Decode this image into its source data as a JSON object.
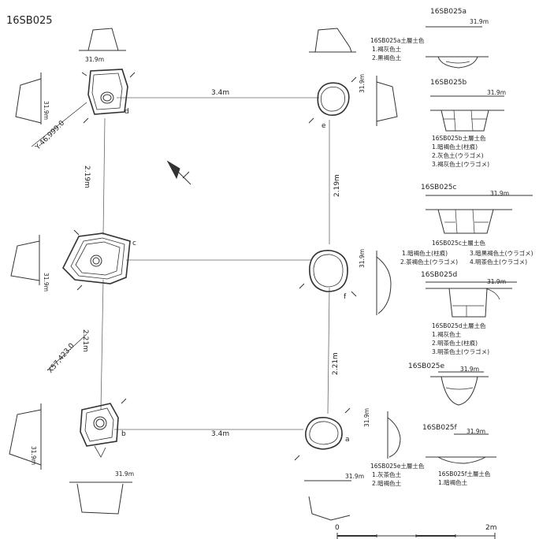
{
  "figure": {
    "id": "16SB025",
    "coords": {
      "y": "Y-46,999.0",
      "x": "X57,423.0"
    },
    "elevation": "31.9m",
    "scale": {
      "zero": "0",
      "end": "2m"
    }
  },
  "plan": {
    "spans": {
      "top": "3.4m",
      "bottom": "3.4m",
      "left_upper": "2.19m",
      "left_lower": "2.21m",
      "right_upper": "2.19m",
      "right_lower": "2.21m"
    },
    "post_labels": {
      "a": "a",
      "b": "b",
      "c": "c",
      "d": "d",
      "e": "e",
      "f": "f"
    },
    "elev_labels": [
      "31.9m",
      "31.9m",
      "31.9m",
      "31.9m",
      "31.9m",
      "31.9m",
      "31.9m",
      "31.9m",
      "31.9m"
    ]
  },
  "sections": [
    {
      "title": "16SB025a",
      "elev": "31.9m",
      "legend_title": "16SB025a土層土色",
      "legend": [
        "1.褐灰色土",
        "2.黒褐色土"
      ]
    },
    {
      "title": "16SB025b",
      "elev": "31.9m",
      "legend_title": "16SB025b土層土色",
      "legend": [
        "1.暗褐色土(柱痕)",
        "2.灰色土(ウラゴメ)",
        "3.褐灰色土(ウラゴメ)"
      ]
    },
    {
      "title": "16SB025c",
      "elev": "31.9m",
      "legend_title": "16SB025c土層土色",
      "legend": [
        "1.暗褐色土(柱痕)",
        "3.暗黒褐色土(ウラゴメ)",
        "2.茶褐色土(ウラゴメ)",
        "4.明茶色土(ウラゴメ)"
      ]
    },
    {
      "title": "16SB025d",
      "elev": "31.9m",
      "legend_title": "16SB025d土層土色",
      "legend": [
        "1.褐灰色土",
        "2.明茶色土(柱痕)",
        "3.明茶色土(ウラゴメ)"
      ]
    },
    {
      "title": "16SB025e",
      "elev": "31.9m",
      "legend_title": "16SB025e土層土色",
      "legend": [
        "1.灰茶色土",
        "2.暗褐色土"
      ]
    },
    {
      "title": "16SB025f",
      "elev": "31.9m",
      "legend_title": "16SB025f土層土色",
      "legend": [
        "1.暗褐色土"
      ]
    }
  ]
}
